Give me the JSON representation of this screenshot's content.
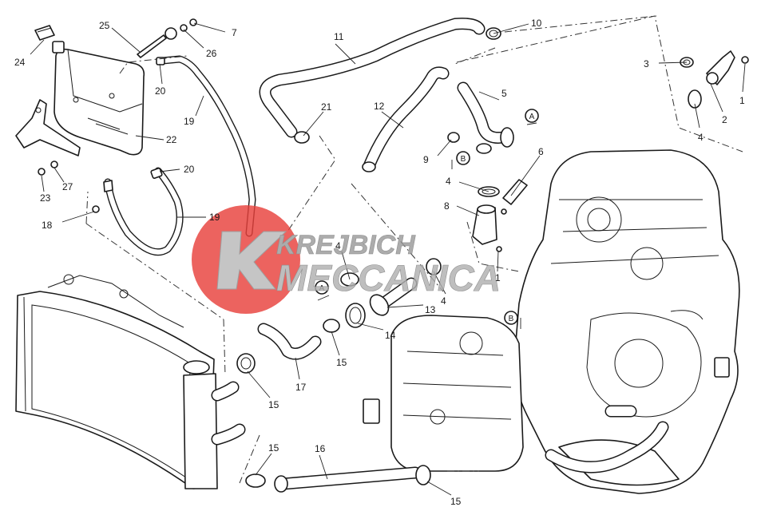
{
  "diagram": {
    "callouts": {
      "c1a": "1",
      "c1b": "1",
      "c2": "2",
      "c3": "3",
      "c4a": "4",
      "c4b": "4",
      "c4c": "4",
      "c4d": "4",
      "c5": "5",
      "c6": "6",
      "c7": "7",
      "c8": "8",
      "c9": "9",
      "c10": "10",
      "c11": "11",
      "c12": "12",
      "c13": "13",
      "c14": "14",
      "c15a": "15",
      "c15b": "15",
      "c15c": "15",
      "c15d": "15",
      "c16": "16",
      "c17": "17",
      "c18": "18",
      "c19a": "19",
      "c19b": "19",
      "c20a": "20",
      "c20b": "20",
      "c21": "21",
      "c22": "22",
      "c23": "23",
      "c24": "24",
      "c25": "25",
      "c26": "26",
      "c27": "27"
    },
    "flow_markers": {
      "a_top": "A",
      "b_top": "B",
      "a_mid": "A",
      "b_mid": "B"
    }
  },
  "watermark": {
    "line1": "KREJBICH",
    "line2": "MECCANICA",
    "logo_color": "#e8413c"
  }
}
